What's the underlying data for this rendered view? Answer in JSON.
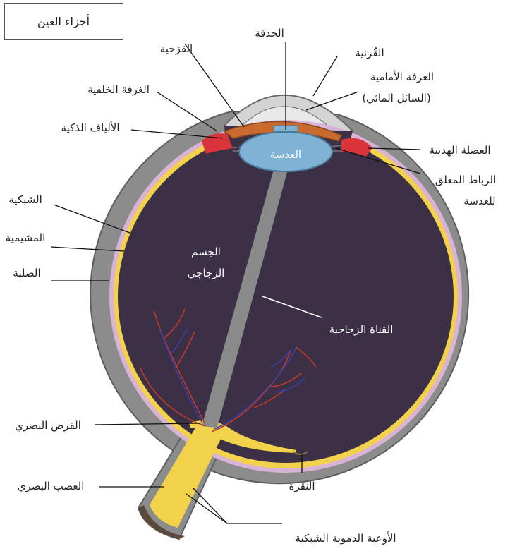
{
  "title": "أجزاء العين",
  "labels": {
    "pupil": "الحدقة",
    "iris": "القزحية",
    "cornea": "القُرنية",
    "anterior_chamber_1": "الغرفة الأمامية",
    "anterior_chamber_2": "(السائل المائي)",
    "posterior_chamber": "الغرفة الخلفية",
    "ciliary_fibers": "الألياف الذكية",
    "lens": "العدسة",
    "ciliary_muscle": "العضلة الهدبية",
    "suspensory_ligament_1": "الرباط المعلق",
    "suspensory_ligament_2": "للعدسة",
    "retina": "الشبكية",
    "choroid": "المشيمية",
    "sclera": "الصلبة",
    "vitreous_body_1": "الجسم",
    "vitreous_body_2": "الزجاجي",
    "hyaloid_canal": "القناة الزجاجية",
    "optic_disc": "القرص البصري",
    "optic_nerve": "العصب البصري",
    "fovea": "النقرة",
    "retinal_vessels": "الأوعية الدموية الشبكية"
  },
  "colors": {
    "sclera": "#8c8c8c",
    "choroid": "#d9b3d6",
    "retina": "#f2d24a",
    "vitreous": "#3b3045",
    "lens": "#7fb2d4",
    "iris": "#c96a2e",
    "ciliary": "#d9343a",
    "cornea": "#dcdcdc",
    "vessels_red": "#c0392b",
    "vessels_blue": "#3b3fa8"
  }
}
